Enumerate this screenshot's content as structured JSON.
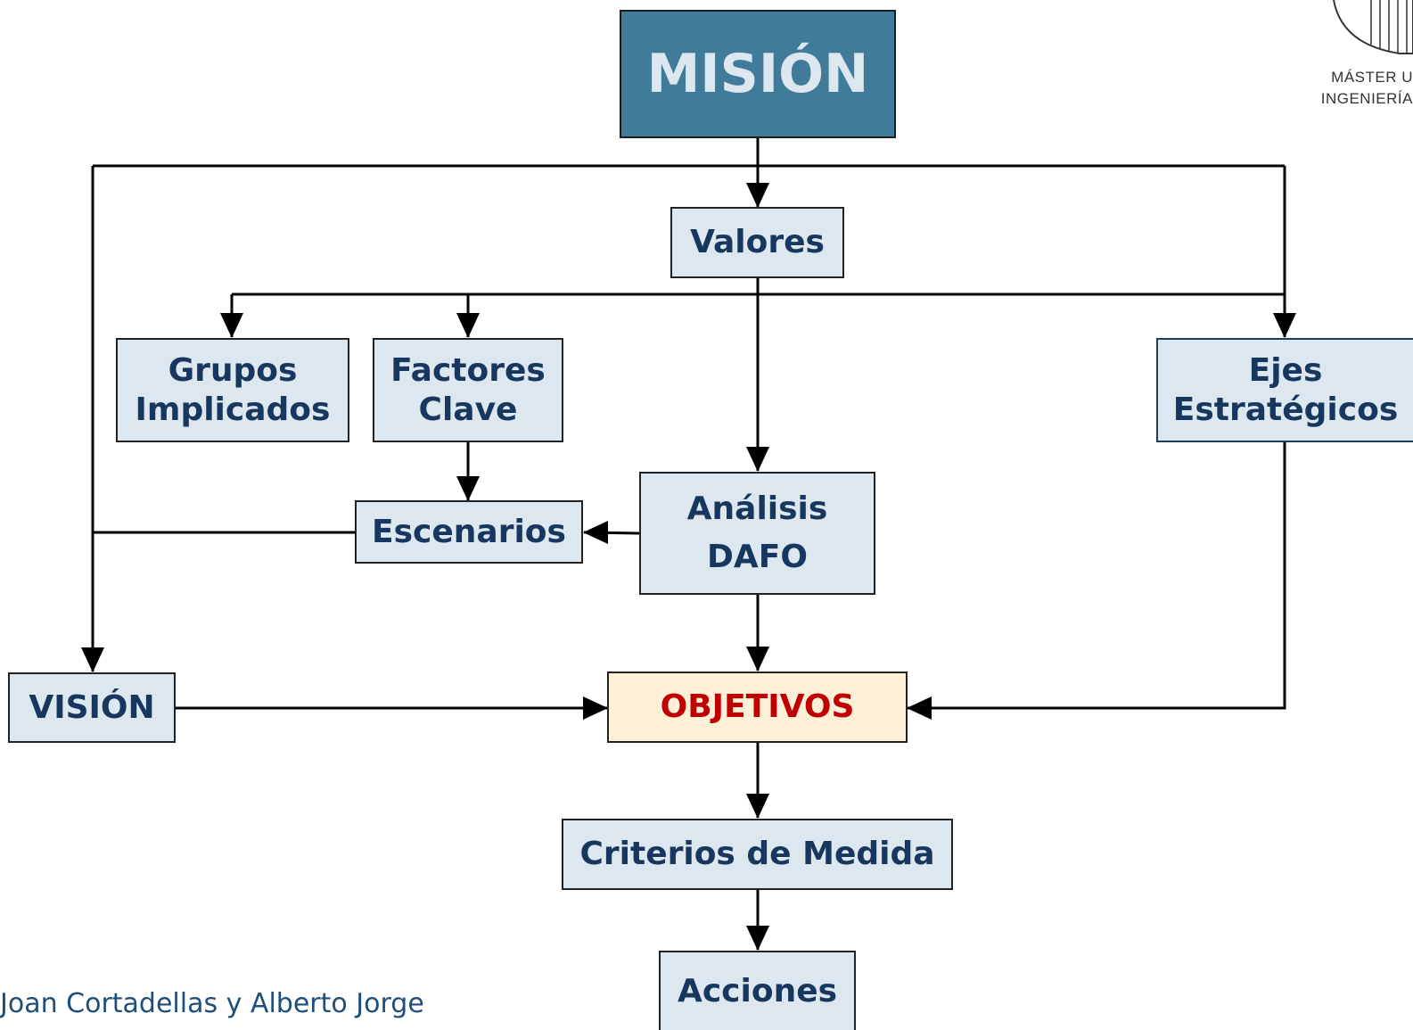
{
  "nodes": {
    "mision": "MISIÓN",
    "valores": "Valores",
    "grupos": [
      "Grupos",
      "Implicados"
    ],
    "factores": [
      "Factores",
      "Clave"
    ],
    "ejes": [
      "Ejes",
      "Estratégicos"
    ],
    "escenarios": "Escenarios",
    "dafo": [
      "Análisis",
      "DAFO"
    ],
    "vision": "VISIÓN",
    "objetivos": "OBJETIVOS",
    "criterios": "Criterios de Medida",
    "acciones": "Acciones"
  },
  "logo": {
    "line1": "MÁSTER U",
    "line2": "INGENIERÍA"
  },
  "credit": "Joan Cortadellas y Alberto Jorge",
  "colors": {
    "mision_fill": "#417b9a",
    "box_fill": "#dde7ef",
    "objetivos_fill": "#fdf0d6",
    "text_dark_blue": "#17375e",
    "objetivos_text": "#c00000"
  }
}
